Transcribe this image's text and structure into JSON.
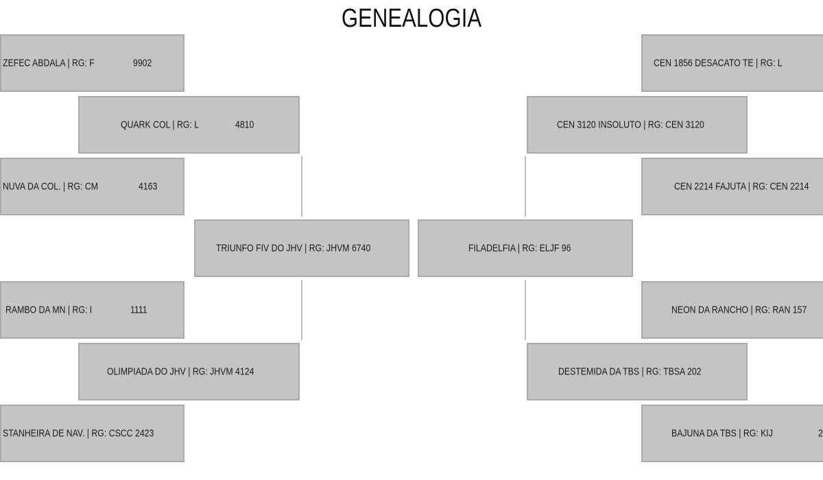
{
  "title": "GENEALOGIA",
  "pedigree": {
    "sire": {
      "name": "TRIUNFO FIV DO JHV | RG: JHVM 6740",
      "sire": {
        "name": "QUARK COL | RG: L 4810",
        "name_part": "QUARK COL | RG: L",
        "number": "4810",
        "sire": {
          "name_part": "ZEFEC ABDALA | RG: F",
          "number": "9902"
        },
        "dam": {
          "name_part": "NUVA DA COL. | RG: CM",
          "number": "4163"
        }
      },
      "dam": {
        "name": "OLIMPIADA DO JHV | RG: JHVM 4124",
        "sire": {
          "name_part": "RAMBO DA MN | RG: I",
          "number": "1111"
        },
        "dam": {
          "name": "STANHEIRA DE NAV. | RG: CSCC 2423"
        }
      }
    },
    "dam": {
      "name": "FILADELFIA | RG: ELJF 96",
      "sire": {
        "name": "CEN 3120 INSOLUTO | RG: CEN 3120",
        "sire": {
          "name": "CEN 1856 DESACATO TE | RG: L"
        },
        "dam": {
          "name": "CEN 2214 FAJUTA | RG: CEN 2214"
        }
      },
      "dam": {
        "name": "DESTEMIDA DA TBS | RG: TBSA 202",
        "sire": {
          "name": "NEON DA RANCHO | RG: RAN 157"
        },
        "dam": {
          "name_part": "BAJUNA DA TBS | RG: KIJ",
          "number": "2"
        }
      }
    }
  }
}
